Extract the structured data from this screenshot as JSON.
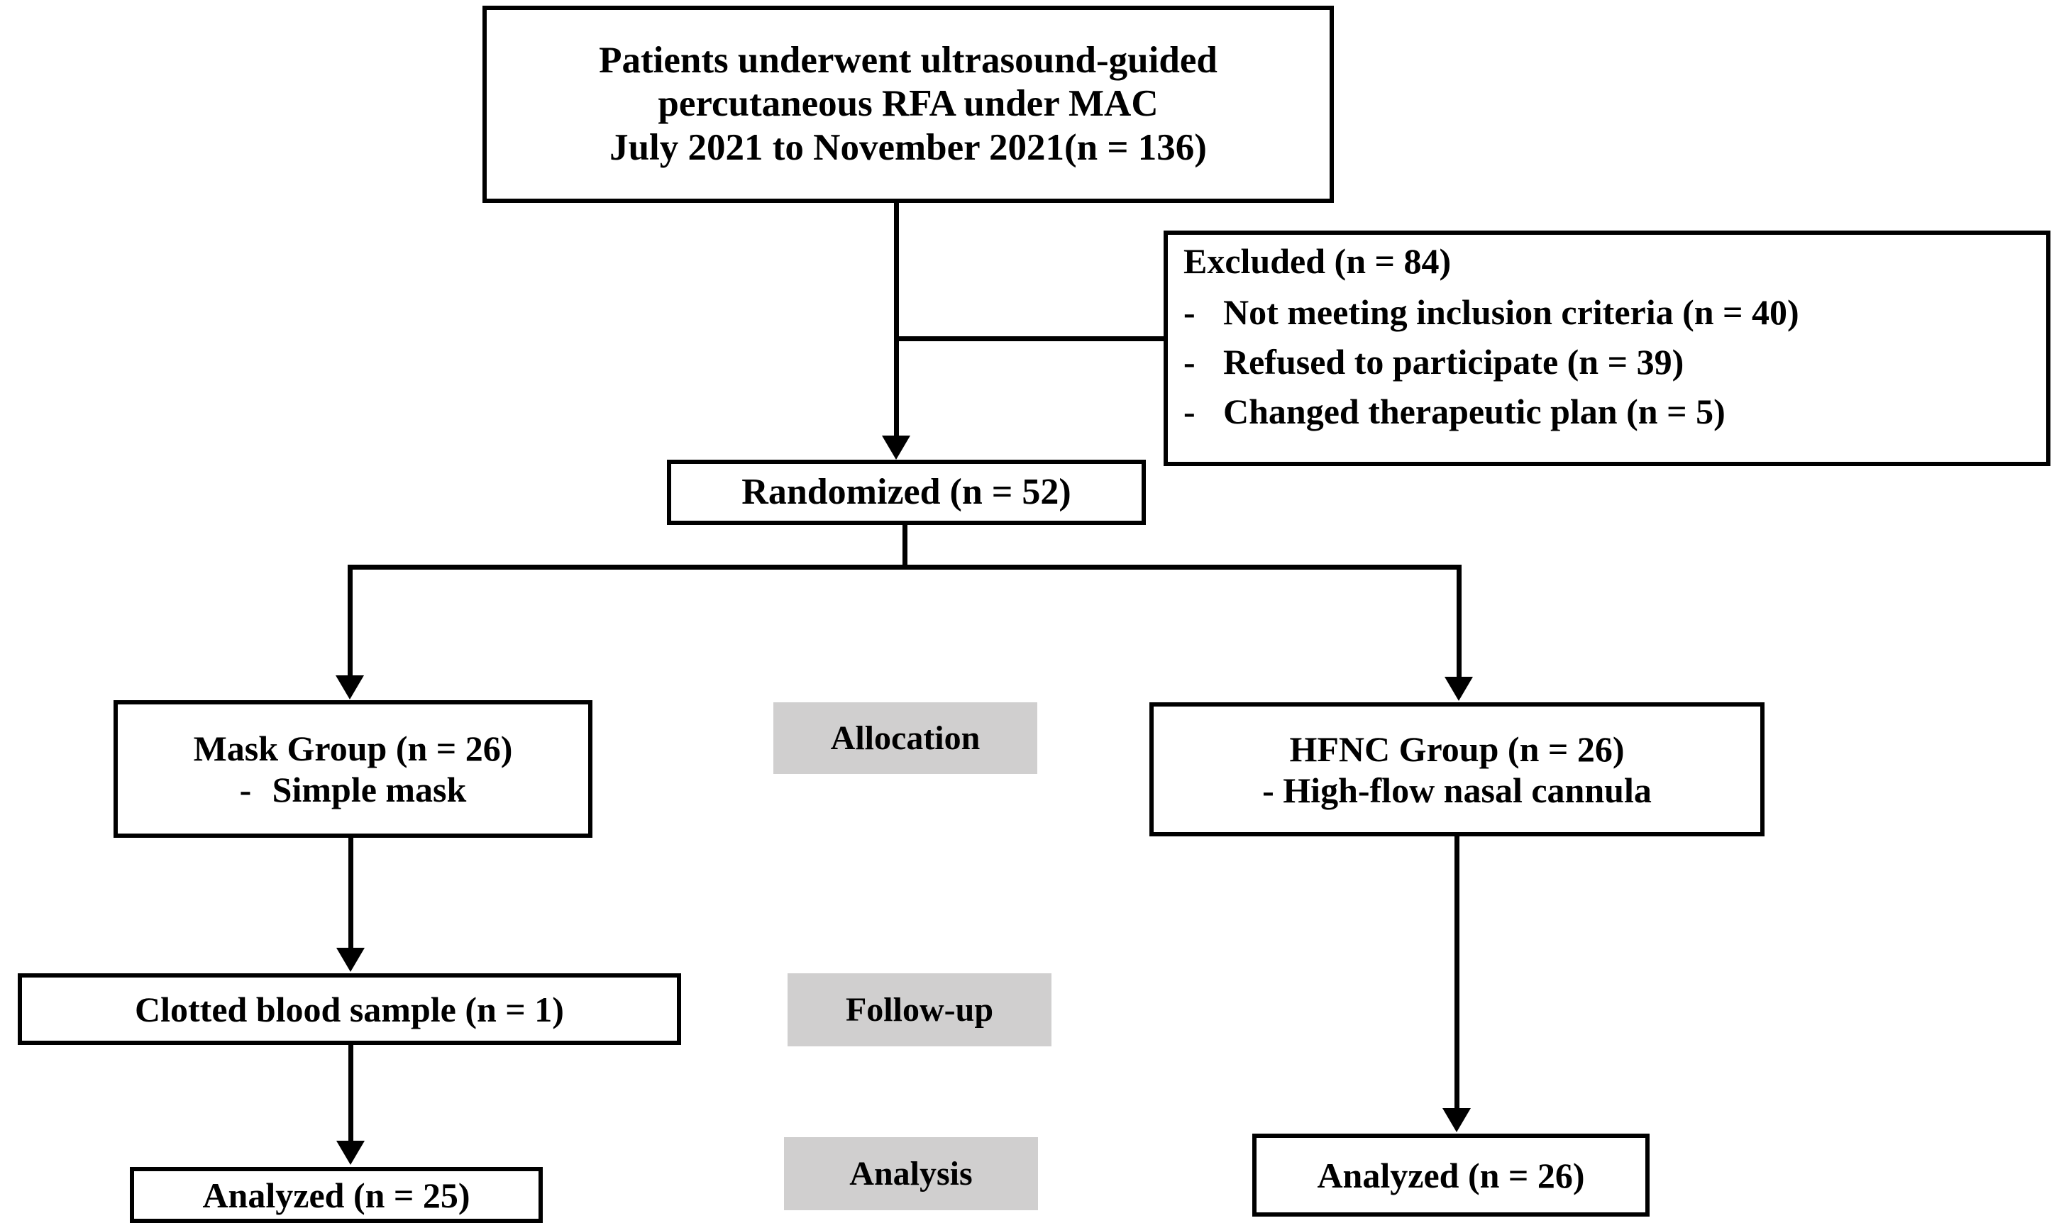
{
  "diagram": {
    "title": "CONSORT participant flow diagram",
    "colors": {
      "line": "#000000",
      "box_border": "#000000",
      "box_fill": "#ffffff",
      "stage_label_fill": "#d0cfcf",
      "text": "#000000"
    },
    "enrollment": {
      "line1": "Patients underwent ultrasound-guided",
      "line2": "percutaneous RFA under MAC",
      "line3": "July 2021 to November 2021(n = 136)"
    },
    "excluded": {
      "header": "Excluded (n = 84)",
      "bullet_marker": "-",
      "reasons": [
        "Not meeting inclusion criteria (n = 40)",
        "Refused to participate (n = 39)",
        "Changed therapeutic plan (n = 5)"
      ]
    },
    "randomized": {
      "label": "Randomized (n = 52)"
    },
    "stage_labels": {
      "allocation": "Allocation",
      "followup": "Follow-up",
      "analysis": "Analysis"
    },
    "mask_arm": {
      "allocation": {
        "line1": "Mask Group (n = 26)",
        "bullet_marker": "-",
        "line2": "Simple mask"
      },
      "followup": "Clotted blood sample (n = 1)",
      "analysis": "Analyzed (n = 25)"
    },
    "hfnc_arm": {
      "allocation": {
        "line1": "HFNC Group (n = 26)",
        "line2": "- High-flow nasal cannula"
      },
      "analysis": "Analyzed (n = 26)"
    }
  }
}
